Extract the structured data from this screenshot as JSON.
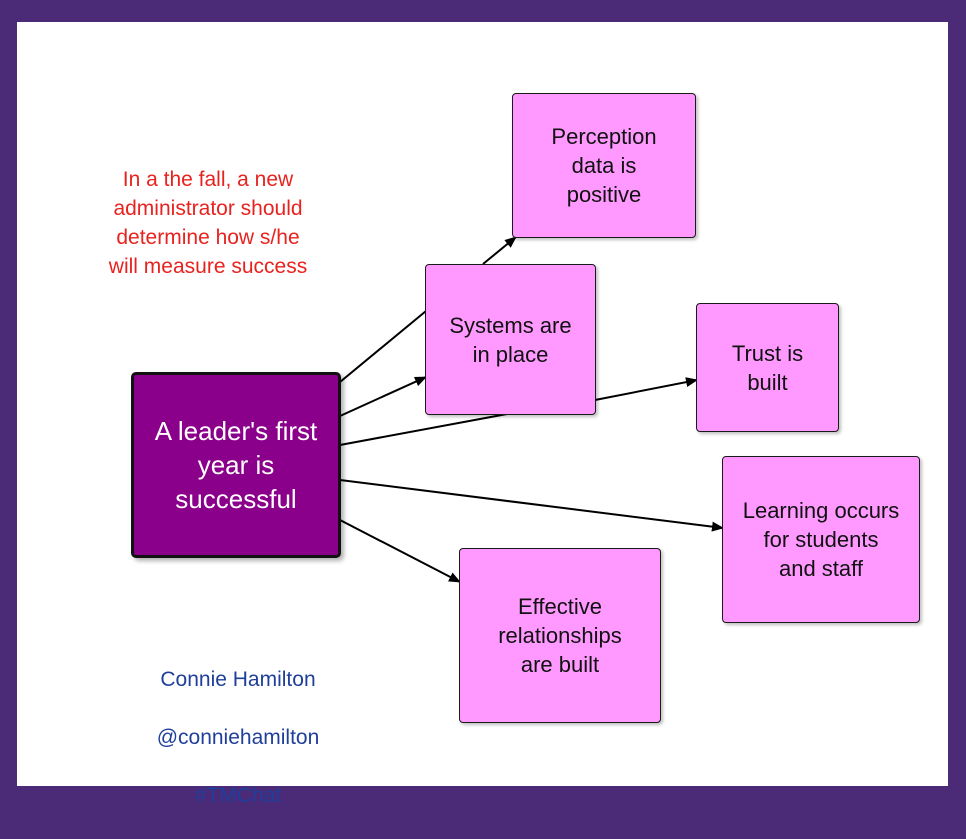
{
  "colors": {
    "frame": "#4b2a78",
    "canvas": "#ffffff",
    "central_fill": "#8b008b",
    "box_fill": "#ff99ff",
    "note_red": "#e8231f",
    "credit_blue": "#1f3f9a"
  },
  "central": {
    "text": "A leader's first\nyear is\nsuccessful"
  },
  "nodes": {
    "perception": {
      "text": "Perception\ndata is\npositive"
    },
    "systems": {
      "text": "Systems are\nin place"
    },
    "trust": {
      "text": "Trust is\nbuilt"
    },
    "learning": {
      "text": "Learning occurs\nfor students\nand staff"
    },
    "relationships": {
      "text": "Effective\nrelationships\nare built"
    }
  },
  "note": {
    "text": "In a the fall, a new\nadministrator should\ndetermine how s/he\nwill measure success"
  },
  "credit": {
    "name": "Connie Hamilton",
    "handle": "@conniehamilton",
    "hashtag": "#TMChat"
  }
}
